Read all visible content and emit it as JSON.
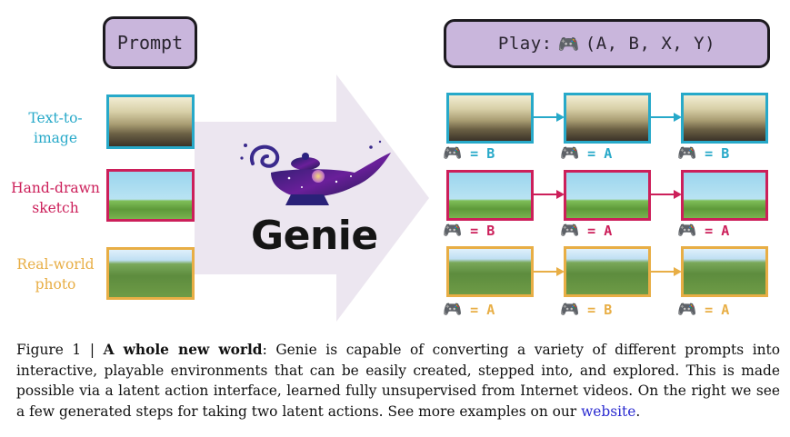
{
  "header": {
    "prompt_label": "Prompt",
    "play_prefix": "Play:",
    "play_suffix": "(A, B, X, Y)"
  },
  "logo": {
    "text": "Genie"
  },
  "rows": [
    {
      "label": "Text-to-\nimage",
      "color": "#27a9c9",
      "actions": [
        "B",
        "A",
        "B"
      ]
    },
    {
      "label": "Hand-drawn\nsketch",
      "color": "#cc1f5a",
      "actions": [
        "B",
        "A",
        "A"
      ]
    },
    {
      "label": "Real-world\nphoto",
      "color": "#e8ae45",
      "actions": [
        "A",
        "B",
        "A"
      ]
    }
  ],
  "equals": "=",
  "caption": {
    "fig_label": "Figure 1 |",
    "bold_title": "A whole new world",
    "body": ": Genie is capable of converting a variety of different prompts into interactive, playable environments that can be easily created, stepped into, and explored. This is made possible via a latent action interface, learned fully unsupervised from Internet videos. On the right we see a few generated steps for taking two latent actions. See more examples on our ",
    "link_text": "website",
    "end": "."
  },
  "icons": {
    "gamepad": "gamepad-icon",
    "lamp": "magic-lamp-icon"
  },
  "colors": {
    "header_fill": "#c9b6dc",
    "arrow_fill": "#ece6f0",
    "cyan": "#27a9c9",
    "magenta": "#cc1f5a",
    "orange": "#e8ae45"
  }
}
